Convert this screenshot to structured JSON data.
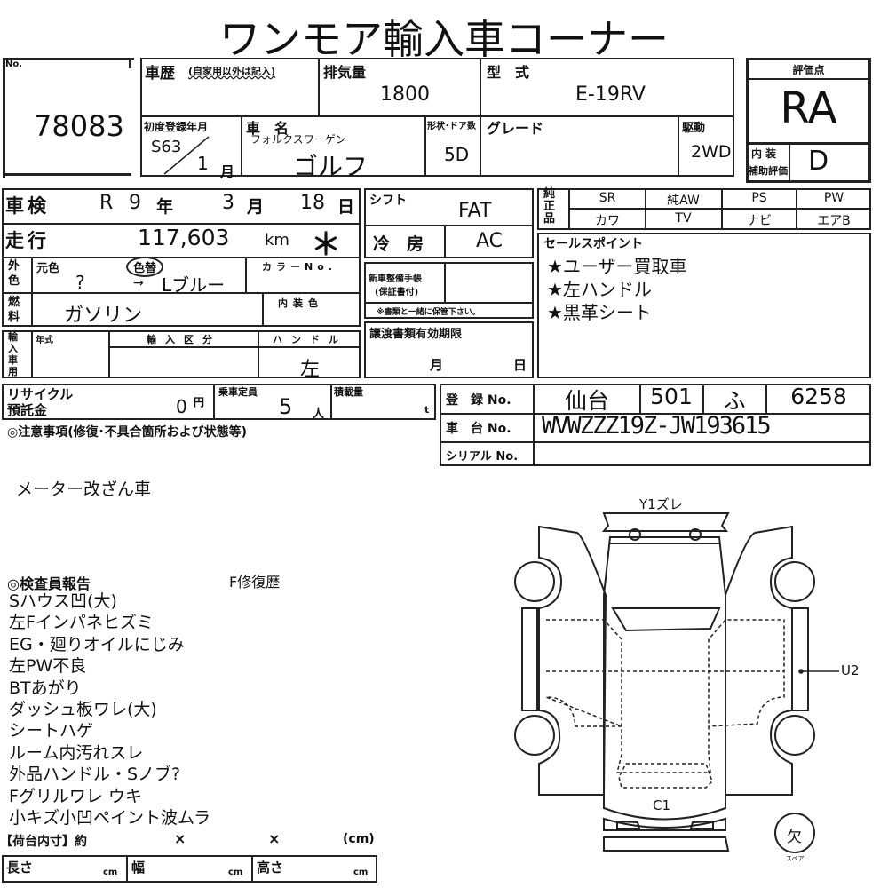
{
  "title": "ワンモア輸入車コーナー",
  "lot": {
    "label": "No.",
    "number": "78083"
  },
  "history": {
    "label": "車歴",
    "note": "(自家用以外は記入)"
  },
  "displacement": {
    "label": "排気量",
    "value": "1800"
  },
  "model_code": {
    "label": "型　式",
    "value": "E-19RV"
  },
  "first_reg": {
    "label": "初度登録年月",
    "era_year": "S63",
    "month": "1",
    "month_unit": "月"
  },
  "car_name": {
    "label": "車　名",
    "maker": "フォルクスワーゲン",
    "name": "ゴルフ"
  },
  "doors": {
    "label": "形状･ドア数",
    "value": "5D"
  },
  "grade": {
    "label": "グレード",
    "value": ""
  },
  "drive": {
    "label": "駆動",
    "value": "2WD"
  },
  "score": {
    "label": "評価点",
    "value": "RA",
    "interior_label1": "内 装",
    "interior_label2": "補助評価",
    "interior_value": "D"
  },
  "inspection": {
    "label": "車検",
    "era": "R",
    "year": "9",
    "year_unit": "年",
    "month": "3",
    "month_unit": "月",
    "day": "18",
    "day_unit": "日"
  },
  "mileage": {
    "label": "走行",
    "value": "117,603",
    "unit": "km",
    "mark": "＊"
  },
  "color": {
    "label": "外色",
    "orig_label": "元色",
    "changed_label": "色替",
    "orig": "?",
    "arrow": "→",
    "current": "Lブルー",
    "color_no_label": "カラーNo."
  },
  "fuel": {
    "label": "燃料",
    "value": "ガソリン",
    "interior_color_label": "内装色"
  },
  "import": {
    "label": "輸入車用",
    "year_label": "年式",
    "type_label": "輸入区分",
    "handle_label": "ハンドル",
    "handle_value": "左"
  },
  "shift": {
    "label": "シフト",
    "value": "FAT"
  },
  "ac": {
    "label": "冷　房",
    "value": "AC"
  },
  "maint": {
    "label1": "新車整備手帳",
    "label2": "(保証書付)",
    "note": "※書類と一緒に保管下さい。"
  },
  "transfer": {
    "label": "譲渡書類有効期限",
    "month_unit": "月",
    "day_unit": "日"
  },
  "options": {
    "label": "純正品",
    "row1": [
      "SR",
      "純AW",
      "PS",
      "PW"
    ],
    "row2": [
      "カワ",
      "TV",
      "ナビ",
      "エアB"
    ]
  },
  "sales": {
    "label": "セールスポイント",
    "points": [
      "★ユーザー買取車",
      "★左ハンドル",
      "★黒革シート"
    ]
  },
  "recycle": {
    "label1": "リサイクル",
    "label2": "預託金",
    "value": "0",
    "unit": "円"
  },
  "capacity": {
    "label": "乗車定員",
    "value": "5",
    "unit": "人"
  },
  "load": {
    "label": "積載量",
    "unit": "t"
  },
  "registration": {
    "label": "登　録 No.",
    "area": "仙台",
    "class": "501",
    "kana": "ふ",
    "number": "6258"
  },
  "chassis": {
    "label": "車　台 No.",
    "value": "WVWZZZ19Z-JW193615"
  },
  "serial": {
    "label": "シリアル No.",
    "value": ""
  },
  "notes": {
    "label": "◎注意事項(修復･不具合箇所および状態等)",
    "text": "メーター改ざん車"
  },
  "report": {
    "label": "◎検査員報告",
    "repair": "F修復歴",
    "items": [
      "Sハウス凹(大)",
      "左Fインパネヒズミ",
      "EG・廻りオイルにじみ",
      "左PW不良",
      "BTあがり",
      "ダッシュ板ワレ(大)",
      "シートハゲ",
      "ルーム内汚れスレ",
      "外品ハンドル・Sノブ?",
      "Fグリルワレ ウキ",
      "小キズ小凹ペイント波ムラ"
    ]
  },
  "cargo": {
    "label": "【荷台内寸】約",
    "x1": "×",
    "x2": "×",
    "unit": "(cm)",
    "length": "長さ",
    "width": "幅",
    "height": "高さ",
    "cm": "cm"
  },
  "diagram": {
    "top": "Y1ズレ",
    "right": "U2",
    "rear": "C1",
    "missing": "欠",
    "missing_note": "スペア"
  }
}
